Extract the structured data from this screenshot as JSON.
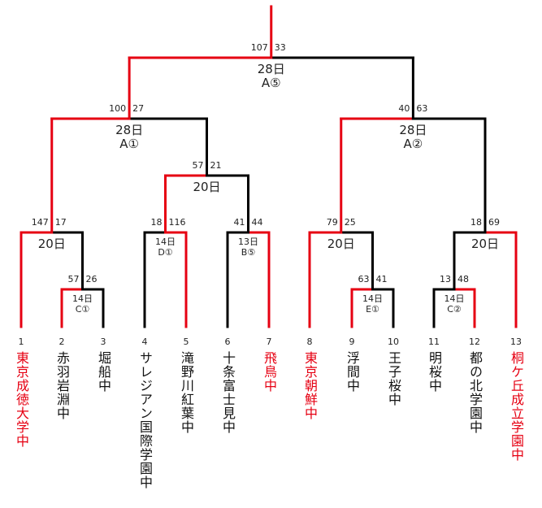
{
  "colors": {
    "win": "#e60012",
    "loss": "#000000"
  },
  "teams": [
    {
      "seed": "1",
      "name": "東京成徳大学中",
      "winner": true
    },
    {
      "seed": "2",
      "name": "赤羽岩淵中",
      "winner": false
    },
    {
      "seed": "3",
      "name": "堀船中",
      "winner": false
    },
    {
      "seed": "4",
      "name": "サレジアン国際学園中",
      "winner": false
    },
    {
      "seed": "5",
      "name": "滝野川紅葉中",
      "winner": false
    },
    {
      "seed": "6",
      "name": "十条富士見中",
      "winner": false
    },
    {
      "seed": "7",
      "name": "飛鳥中",
      "winner": true
    },
    {
      "seed": "8",
      "name": "東京朝鮮中",
      "winner": true
    },
    {
      "seed": "9",
      "name": "浮間中",
      "winner": false
    },
    {
      "seed": "10",
      "name": "王子桜中",
      "winner": false
    },
    {
      "seed": "11",
      "name": "明桜中",
      "winner": false
    },
    {
      "seed": "12",
      "name": "都の北学園中",
      "winner": false
    },
    {
      "seed": "13",
      "name": "桐ケ丘成立学園中",
      "winner": true
    }
  ],
  "matches": [
    {
      "id": "m2v3",
      "date": "14日",
      "court": "C①",
      "left_score": "57",
      "right_score": "26",
      "winner": "left"
    },
    {
      "id": "m4v5",
      "date": "14日",
      "court": "D①",
      "left_score": "18",
      "right_score": "116",
      "winner": "right"
    },
    {
      "id": "m6v7",
      "date": "13日",
      "court": "B⑤",
      "left_score": "41",
      "right_score": "44",
      "winner": "right"
    },
    {
      "id": "m9v10",
      "date": "14日",
      "court": "E①",
      "left_score": "63",
      "right_score": "41",
      "winner": "left"
    },
    {
      "id": "m11v12",
      "date": "14日",
      "court": "C②",
      "left_score": "13",
      "right_score": "48",
      "winner": "right"
    },
    {
      "id": "r1",
      "date": "20日",
      "court": "",
      "left_score": "147",
      "right_score": "17",
      "winner": "left"
    },
    {
      "id": "r45v67",
      "date": "20日",
      "court": "",
      "left_score": "57",
      "right_score": "21",
      "winner": "left"
    },
    {
      "id": "r8",
      "date": "20日",
      "court": "",
      "left_score": "79",
      "right_score": "25",
      "winner": "left"
    },
    {
      "id": "r13",
      "date": "20日",
      "court": "",
      "left_score": "18",
      "right_score": "69",
      "winner": "right"
    },
    {
      "id": "semi-left",
      "date": "28日",
      "court": "A①",
      "left_score": "100",
      "right_score": "27",
      "winner": "left"
    },
    {
      "id": "semi-right",
      "date": "28日",
      "court": "A②",
      "left_score": "40",
      "right_score": "63",
      "winner": "left"
    },
    {
      "id": "final",
      "date": "28日",
      "court": "A⑤",
      "left_score": "107",
      "right_score": "33",
      "winner": "left"
    }
  ]
}
